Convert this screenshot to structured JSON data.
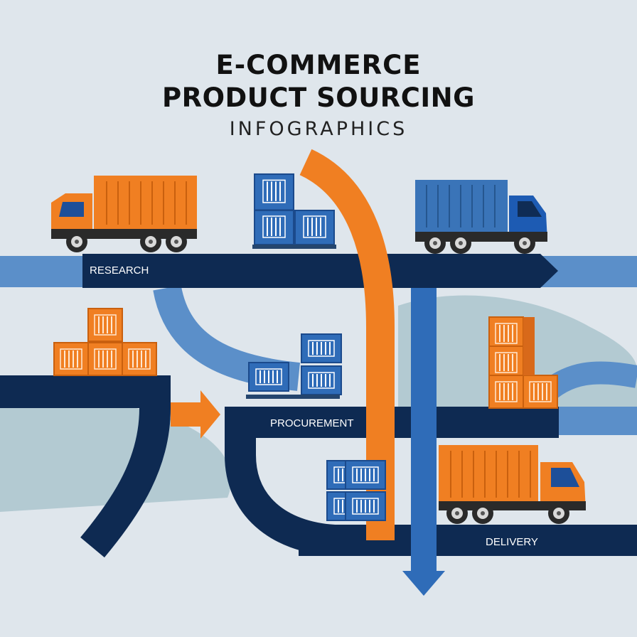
{
  "title": {
    "line1": "E-COMMERCE",
    "line2": "PRODUCT SOURCING",
    "line3": "INFOGRAPHICS"
  },
  "stages": {
    "research": "RESEARCH",
    "procurement": "PROCUREMENT",
    "delivery": "DELIVERY"
  },
  "colors": {
    "background": "#dfe6ec",
    "navy": "#0e2a52",
    "blue": "#2f6cb8",
    "light_blue": "#5b8fc9",
    "orange": "#f07f22",
    "pale_teal": "#a8c3cc"
  }
}
